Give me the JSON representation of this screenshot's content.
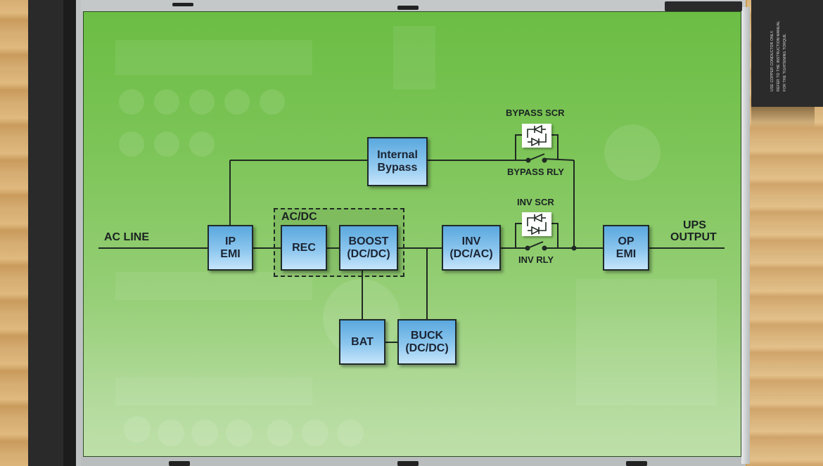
{
  "diagram": {
    "title": "UPS block diagram",
    "input_label": "AC LINE",
    "output_label_line1": "UPS",
    "output_label_line2": "OUTPUT",
    "group_label": "AC/DC",
    "blocks": {
      "ip_emi": {
        "line1": "IP",
        "line2": "EMI"
      },
      "rec": {
        "line1": "REC",
        "line2": ""
      },
      "boost": {
        "line1": "BOOST",
        "line2": "(DC/DC)"
      },
      "inv": {
        "line1": "INV",
        "line2": "(DC/AC)"
      },
      "op_emi": {
        "line1": "OP",
        "line2": "EMI"
      },
      "internal_bypass": {
        "line1": "Internal",
        "line2": "Bypass"
      },
      "bat": {
        "line1": "BAT",
        "line2": ""
      },
      "buck": {
        "line1": "BUCK",
        "line2": "(DC/DC)"
      }
    },
    "switch_labels": {
      "bypass_scr": "BYPASS SCR",
      "bypass_rly": "BYPASS RLY",
      "inv_scr": "INV SCR",
      "inv_rly": "INV RLY"
    },
    "colors": {
      "block_top": "#5aa8de",
      "block_bottom": "#c6e5fa",
      "panel_green": "#6bbd44",
      "wire": "#1f2a22"
    }
  },
  "device_label": {
    "line1": "USE COPPER CONDUCTOR ONLY.",
    "line2": "REFER TO THE INSTRUCTION MANUAL",
    "line3": "FOR THE TIGHTENING TORQUE."
  }
}
